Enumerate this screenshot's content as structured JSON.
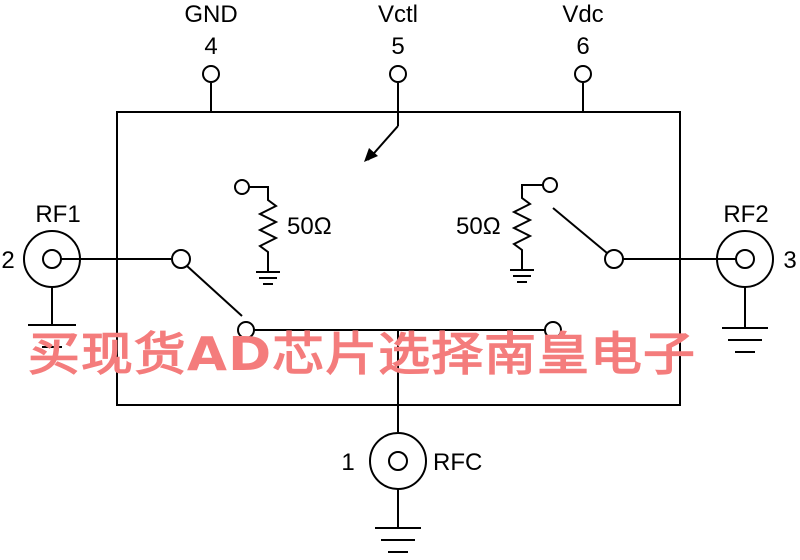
{
  "diagram": {
    "pins": {
      "gnd": {
        "name": "GND",
        "number": "4"
      },
      "vctl": {
        "name": "Vctl",
        "number": "5"
      },
      "vdc": {
        "name": "Vdc",
        "number": "6"
      },
      "rf1": {
        "name": "RF1",
        "number": "2"
      },
      "rf2": {
        "name": "RF2",
        "number": "3"
      },
      "rfc": {
        "name": "RFC",
        "number": "1"
      }
    },
    "terminations": {
      "left": {
        "value": "50Ω"
      },
      "right": {
        "value": "50Ω"
      }
    },
    "watermark": "买现货AD芯片选择南皇电子"
  }
}
